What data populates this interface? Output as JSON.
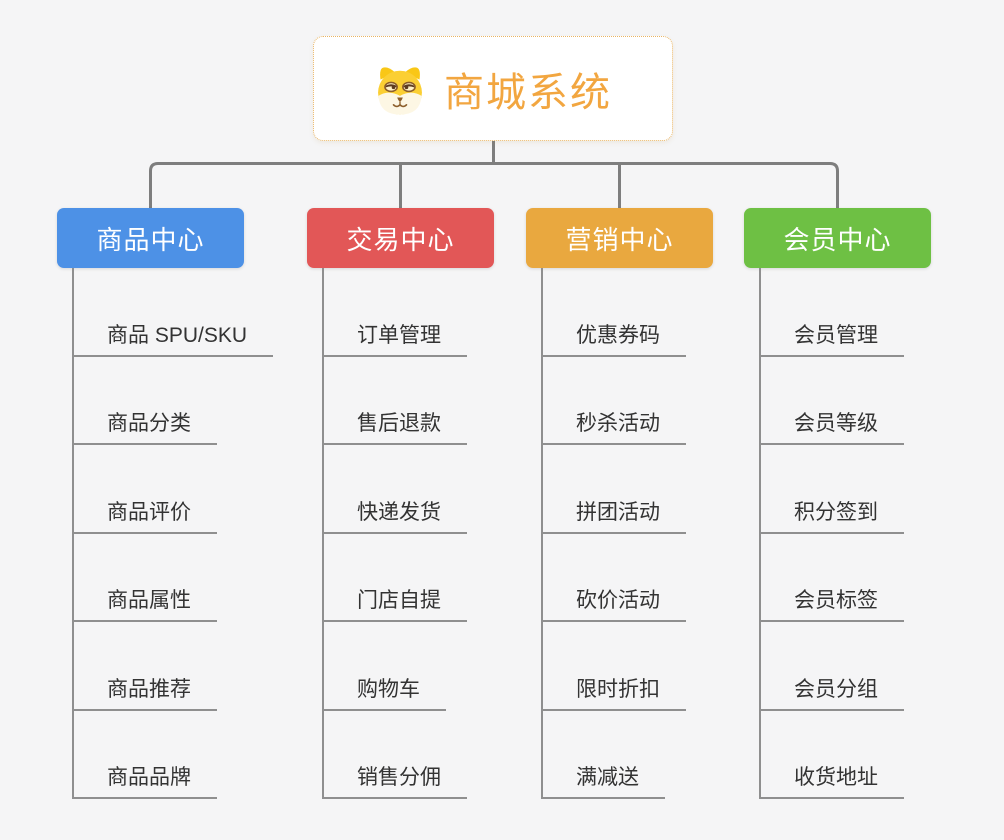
{
  "root": {
    "title": "商城系统",
    "icon": "shiba-dog-icon"
  },
  "branches": [
    {
      "label": "商品中心",
      "color": "#4D91E6",
      "children": [
        "商品 SPU/SKU",
        "商品分类",
        "商品评价",
        "商品属性",
        "商品推荐",
        "商品品牌"
      ]
    },
    {
      "label": "交易中心",
      "color": "#E25757",
      "children": [
        "订单管理",
        "售后退款",
        "快递发货",
        "门店自提",
        "购物车",
        "销售分佣"
      ]
    },
    {
      "label": "营销中心",
      "color": "#E9A83F",
      "children": [
        "优惠券码",
        "秒杀活动",
        "拼团活动",
        "砍价活动",
        "限时折扣",
        "满减送"
      ]
    },
    {
      "label": "会员中心",
      "color": "#6EC044",
      "children": [
        "会员管理",
        "会员等级",
        "积分签到",
        "会员标签",
        "会员分组",
        "收货地址"
      ]
    }
  ],
  "colors": {
    "background": "#F5F5F6",
    "connector": "#7E7E7E",
    "spine": "#8F8F8F",
    "leaf_text": "#333333",
    "root_text": "#F2A640",
    "root_border": "#E9B565"
  }
}
